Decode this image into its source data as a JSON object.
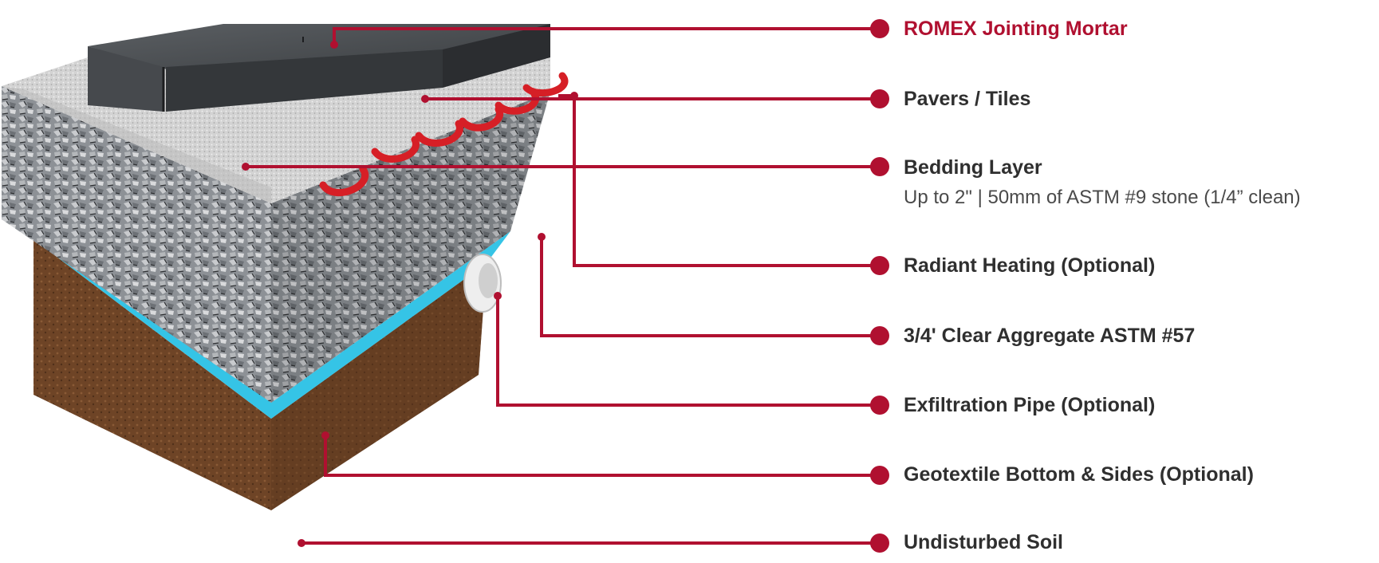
{
  "colors": {
    "accent": "#b01030",
    "text": "#2f2f2f",
    "soil": "#6b3f22",
    "geotextile": "#35c4e6",
    "aggregate": "#8a8e93",
    "bedding": "#d6d6d6",
    "pavers": "#3e4246",
    "heating": "#d61f26",
    "pipe": "#e8e8e8"
  },
  "layers": [
    {
      "label": "ROMEX Jointing Mortar",
      "highlight": true
    },
    {
      "label": "Pavers / Tiles"
    },
    {
      "label": "Bedding Layer",
      "sublabel": "Up to 2\" | 50mm of ASTM #9 stone (1/4” clean)"
    },
    {
      "label": "Radiant Heating (Optional)"
    },
    {
      "label": "3/4' Clear Aggregate ASTM #57"
    },
    {
      "label": "Exfiltration Pipe (Optional)"
    },
    {
      "label": "Geotextile Bottom & Sides (Optional)"
    },
    {
      "label": "Undisturbed Soil"
    }
  ]
}
